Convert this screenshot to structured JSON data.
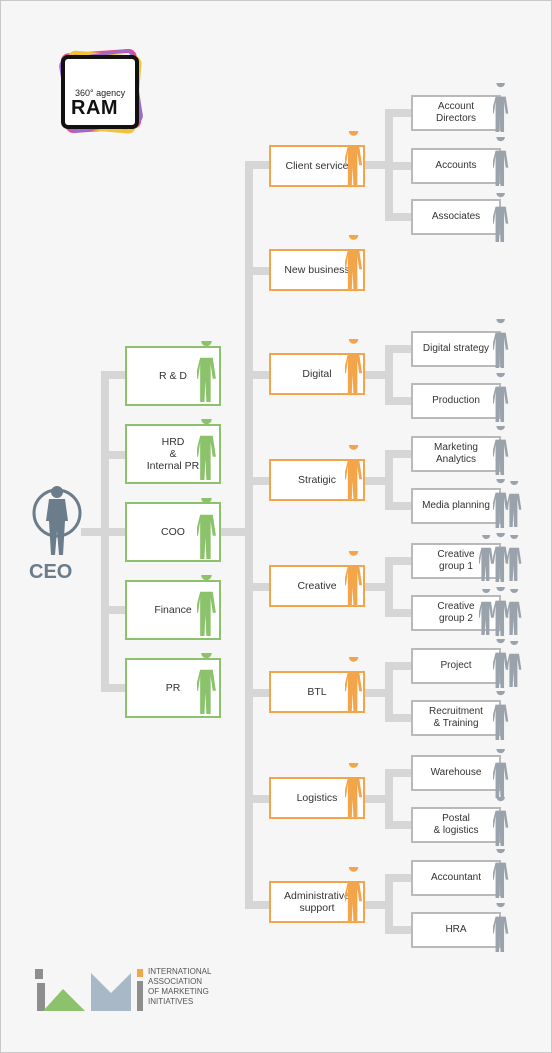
{
  "logo": {
    "small": "360° agency",
    "big": "RAM"
  },
  "ceo": {
    "label": "CEO"
  },
  "colors": {
    "green": "#8bc26b",
    "orange": "#f4a54a",
    "gray": "#b9b9b9",
    "connector": "#d6d6d6",
    "ceo": "#6b7c8a"
  },
  "left_units": [
    "R & D",
    "HRD\n&\nInternal PR",
    "COO",
    "Finance",
    "PR"
  ],
  "departments": [
    "Client service",
    "New business",
    "Digital",
    "Stratigic",
    "Creative",
    "BTL",
    "Logistics",
    "Administrative\nsupport"
  ],
  "sub_units": [
    "Account\nDirectors",
    "Accounts",
    "Associates",
    "Digital strategy",
    "Production",
    "Marketing\nAnalytics",
    "Media planning",
    "Creative\ngroup 1",
    "Creative\ngroup 2",
    "Project",
    "Recruitment\n& Training",
    "Warehouse",
    "Postal\n& logistics",
    "Accountant",
    "HRA"
  ],
  "footer": {
    "text": "INTERNATIONAL\nASSOCIATION\nOF MARKETING\nINITIATIVES"
  }
}
